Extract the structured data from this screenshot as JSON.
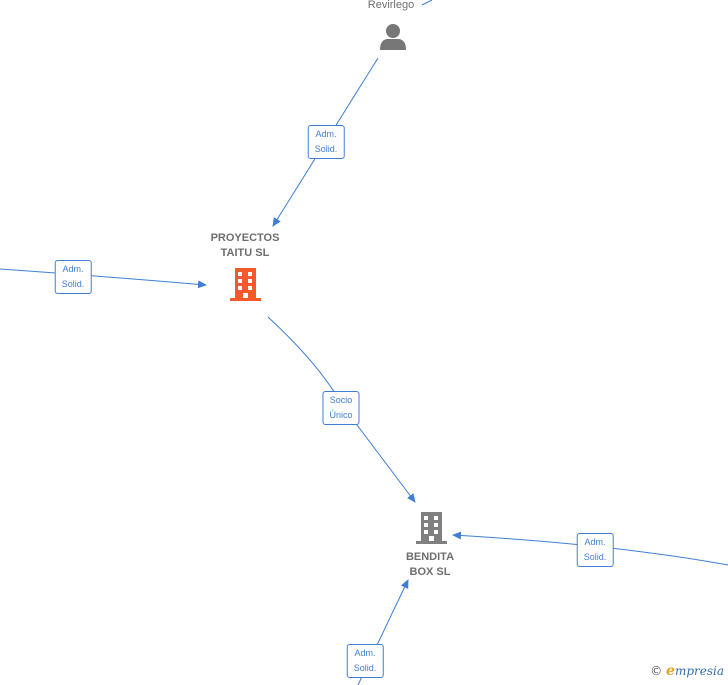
{
  "nodes": {
    "person_top": {
      "label": "Revirlego"
    },
    "proyectos": {
      "label": "PROYECTOS\nTAITU  SL"
    },
    "bendita": {
      "label": "BENDITA\nBOX  SL"
    }
  },
  "edges": {
    "e1": {
      "label": "Adm.\nSolid."
    },
    "e2": {
      "label": "Adm.\nSolid."
    },
    "e3": {
      "label": "Socio\nÚnico"
    },
    "e4": {
      "label": "Adm.\nSolid."
    },
    "e5": {
      "label": "Adm.\nSolid."
    }
  },
  "footer": {
    "copyright": "©",
    "brand_initial": "e",
    "brand_rest": "mpresia"
  },
  "colors": {
    "edge": "#3f7fd3",
    "focus_company": "#f4592a",
    "company": "#808080",
    "person": "#777777"
  },
  "icons": {
    "person": "person-icon",
    "focus_company": "building-icon",
    "company": "building-icon"
  }
}
